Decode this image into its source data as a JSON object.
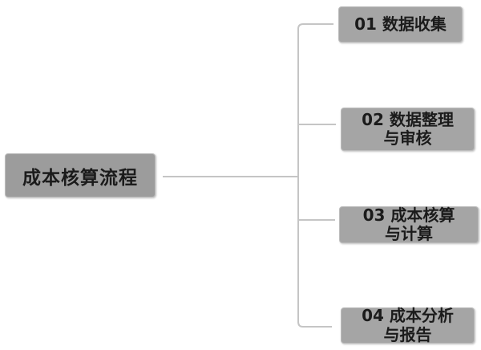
{
  "diagram": {
    "title": "成本核算流程",
    "root": {
      "label": "成本核算流程"
    },
    "steps": [
      {
        "number": "01",
        "label": "01 数据收集"
      },
      {
        "number": "02",
        "label": "02 数据整理\n与审核"
      },
      {
        "number": "03",
        "label": "03 成本核算\n与计算"
      },
      {
        "number": "04",
        "label": "04 成本分析\n与报告"
      }
    ]
  },
  "colors": {
    "background": "#ffffff",
    "connector": "#c5c5c5",
    "node_fill": "#a5a5a5",
    "root_fill": "#9c9c9c",
    "text": "#1b1b1b"
  }
}
